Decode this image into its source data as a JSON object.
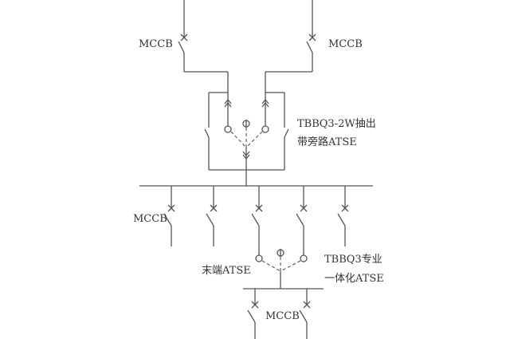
{
  "diagram": {
    "type": "single-line electrical schematic",
    "line_color": "#555555",
    "text_color": "#333333",
    "labels": {
      "mccb_top_left": "MCCB",
      "mccb_top_right": "MCCB",
      "atse_bypass_line1": "TBBQ3-2W抽出",
      "atse_bypass_line2": "带旁路ATSE",
      "mccb_branch": "MCCB",
      "terminal_atse": "末端ATSE",
      "integrated_atse_line1": "TBBQ3专业",
      "integrated_atse_line2": "一体化ATSE",
      "mccb_bottom": "MCCB"
    },
    "components": [
      {
        "id": "incoming-feeder-1",
        "kind": "MCCB",
        "label": "MCCB"
      },
      {
        "id": "incoming-feeder-2",
        "kind": "MCCB",
        "label": "MCCB"
      },
      {
        "id": "bypass-atse",
        "kind": "ATSE (draw-out with bypass)",
        "label": "TBBQ3-2W抽出 带旁路ATSE"
      },
      {
        "id": "main-bus",
        "kind": "busbar",
        "branches": 5
      },
      {
        "id": "branch-mccbs",
        "kind": "MCCB",
        "count": 5,
        "label": "MCCB"
      },
      {
        "id": "terminal-atse",
        "kind": "ATSE",
        "label": "末端ATSE / TBBQ3专业一体化ATSE"
      },
      {
        "id": "sub-bus",
        "kind": "busbar",
        "branches": 2
      },
      {
        "id": "outgoing-mccbs",
        "kind": "MCCB",
        "count": 2,
        "label": "MCCB"
      }
    ]
  }
}
